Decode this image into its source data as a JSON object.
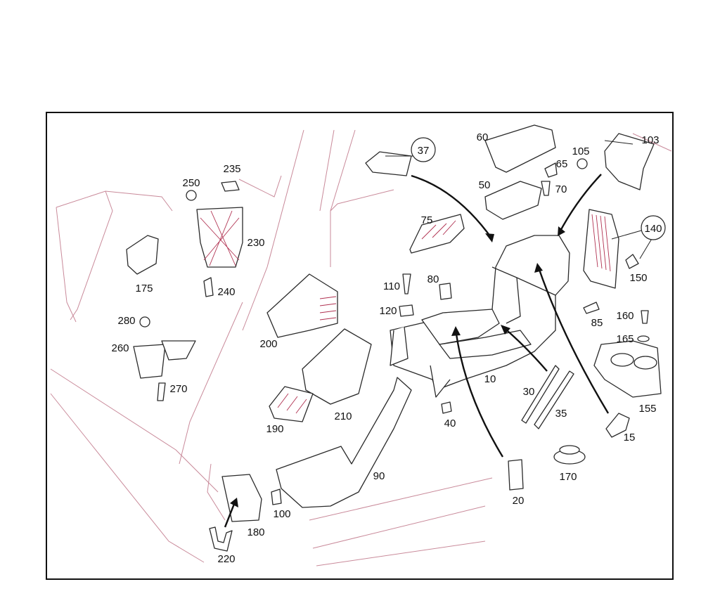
{
  "callouts": [
    {
      "id": "c37",
      "text": "37",
      "circled": true
    },
    {
      "id": "c60",
      "text": "60"
    },
    {
      "id": "c103",
      "text": "103"
    },
    {
      "id": "c105",
      "text": "105"
    },
    {
      "id": "c65",
      "text": "65"
    },
    {
      "id": "c50",
      "text": "50"
    },
    {
      "id": "c70",
      "text": "70"
    },
    {
      "id": "c235",
      "text": "235"
    },
    {
      "id": "c250",
      "text": "250"
    },
    {
      "id": "c230",
      "text": "230"
    },
    {
      "id": "c240",
      "text": "240"
    },
    {
      "id": "c175",
      "text": "175"
    },
    {
      "id": "c75",
      "text": "75"
    },
    {
      "id": "c140",
      "text": "140",
      "circled": true
    },
    {
      "id": "c150",
      "text": "150"
    },
    {
      "id": "c110",
      "text": "110"
    },
    {
      "id": "c80",
      "text": "80"
    },
    {
      "id": "c120",
      "text": "120"
    },
    {
      "id": "c280",
      "text": "280"
    },
    {
      "id": "c260",
      "text": "260"
    },
    {
      "id": "c270",
      "text": "270"
    },
    {
      "id": "c200",
      "text": "200"
    },
    {
      "id": "c85",
      "text": "85"
    },
    {
      "id": "c160",
      "text": "160"
    },
    {
      "id": "c165",
      "text": "165"
    },
    {
      "id": "c10",
      "text": "10"
    },
    {
      "id": "c30",
      "text": "30"
    },
    {
      "id": "c35",
      "text": "35"
    },
    {
      "id": "c155",
      "text": "155"
    },
    {
      "id": "c190",
      "text": "190"
    },
    {
      "id": "c210",
      "text": "210"
    },
    {
      "id": "c40",
      "text": "40"
    },
    {
      "id": "c15",
      "text": "15"
    },
    {
      "id": "c90",
      "text": "90"
    },
    {
      "id": "c170",
      "text": "170"
    },
    {
      "id": "c100",
      "text": "100"
    },
    {
      "id": "c180",
      "text": "180"
    },
    {
      "id": "c20",
      "text": "20"
    },
    {
      "id": "c220",
      "text": "220"
    }
  ]
}
